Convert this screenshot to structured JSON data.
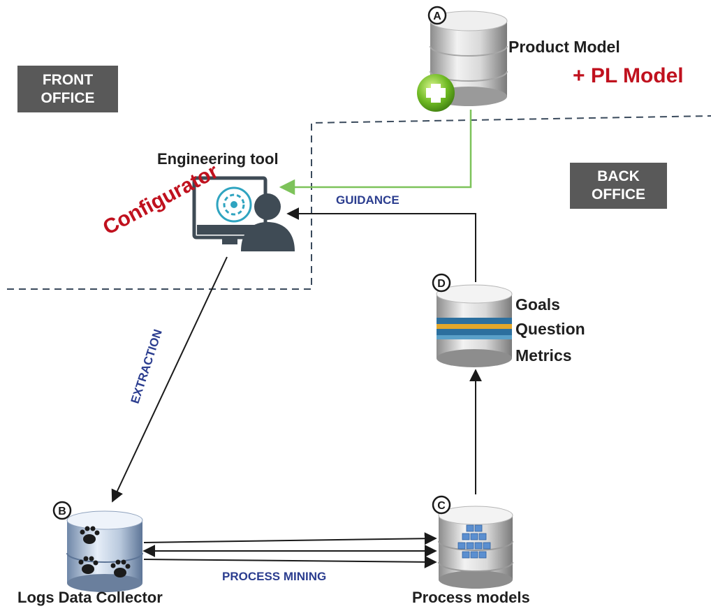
{
  "regions": {
    "front_office": [
      "FRONT",
      "OFFICE"
    ],
    "back_office": [
      "BACK",
      "OFFICE"
    ]
  },
  "nodes": {
    "a": {
      "marker": "A",
      "title": "Product Model",
      "extra": "+ PL Model"
    },
    "engineering_tool": {
      "title": "Engineering tool",
      "tag": "Configurator"
    },
    "b": {
      "marker": "B",
      "title": "Logs Data Collector"
    },
    "c": {
      "marker": "C",
      "title": "Process models"
    },
    "d": {
      "marker": "D",
      "lines": [
        "Goals",
        "Question",
        "Metrics"
      ]
    }
  },
  "flows": {
    "guidance": "GUIDANCE",
    "extraction": "EXTRACTION",
    "process_mining": "PROCESS MINING"
  },
  "colors": {
    "region_box": "#595959",
    "accent_red": "#c0111e",
    "flow_text": "#2b3d8f",
    "guidance_line": "#7dc35a",
    "arrow": "#1a1a1a",
    "dashed_border": "#3a4a5c"
  },
  "icons": {
    "product_model": "database-with-plus-icon",
    "engineering_tool": "monitor-user-icon",
    "logs": "database-pawprints-icon",
    "process_models": "database-grid-icon",
    "gqm": "database-striped-icon"
  }
}
